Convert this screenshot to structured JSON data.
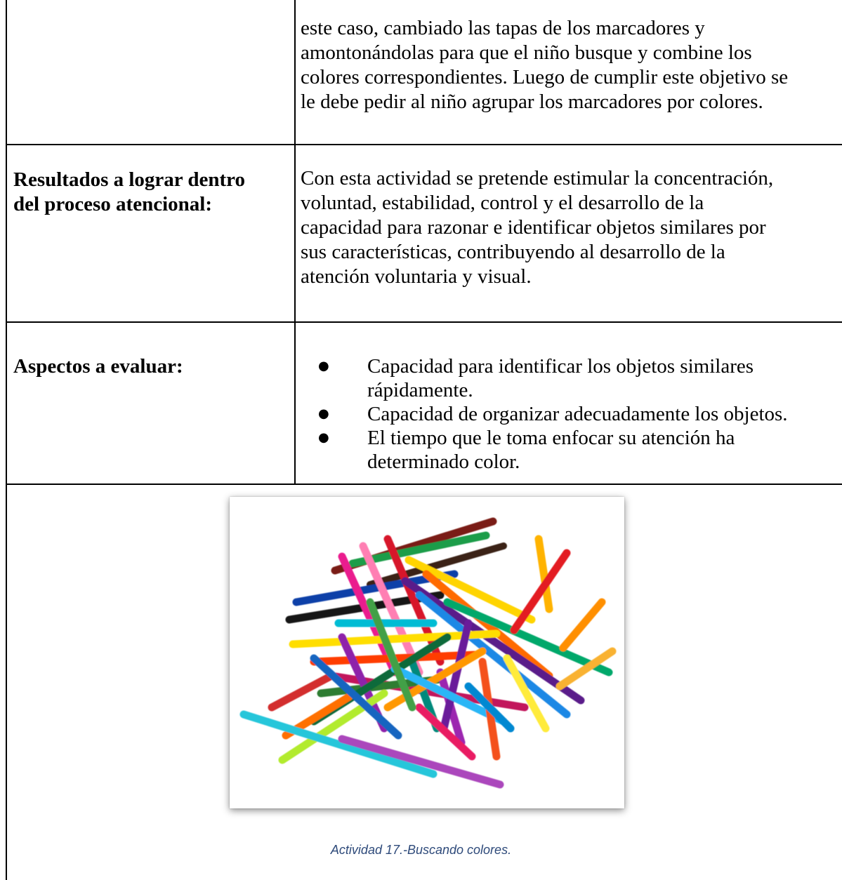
{
  "table": {
    "row1": {
      "continuation_lines": [
        "este caso, cambiado las tapas de los marcadores y",
        "amontonándolas para que el niño busque y combine los",
        "colores correspondientes. Luego de cumplir este objetivo se",
        "le debe pedir al niño agrupar los marcadores por colores."
      ]
    },
    "row2": {
      "label_lines": [
        "Resultados a lograr dentro",
        "del proceso atencional:"
      ],
      "text_lines": [
        "Con esta actividad se pretende estimular la concentración,",
        "voluntad, estabilidad,  control y el desarrollo de la",
        "capacidad para razonar e identificar objetos similares por",
        "sus características, contribuyendo al desarrollo de la",
        "atención voluntaria  y visual."
      ]
    },
    "row3": {
      "label": "Aspectos a evaluar:",
      "bullet_symbol": "●",
      "bullets": [
        [
          "Capacidad para identificar los objetos similares",
          "rápidamente."
        ],
        [
          "Capacidad de organizar adecuadamente los objetos."
        ],
        [
          "El tiempo que le toma enfocar su atención ha",
          "determinado color."
        ]
      ]
    }
  },
  "figure": {
    "caption": "Actividad 17.-Buscando colores."
  }
}
